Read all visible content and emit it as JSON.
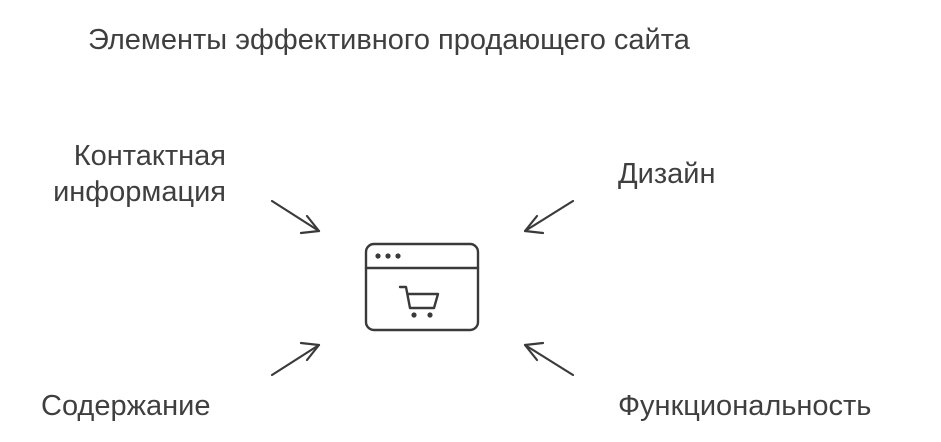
{
  "diagram": {
    "title": "Элементы эффективного продающего сайта",
    "center_icon": "browser-shopping-cart-icon",
    "labels": {
      "contact_line1": "Контактная",
      "contact_line2": "информация",
      "design": "Дизайн",
      "content": "Содержание",
      "functionality": "Функциональность"
    },
    "colors": {
      "text": "#3f3f3f",
      "stroke": "#3a3a3a",
      "background": "#ffffff"
    }
  }
}
